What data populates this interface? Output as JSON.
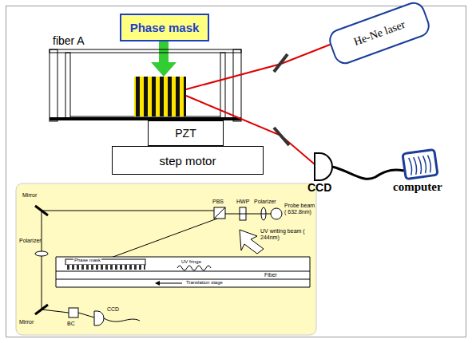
{
  "diagram": {
    "nodes": [
      {
        "text": [
          "Phase mask"
        ]
      },
      {
        "text": [
          "PZT"
        ]
      },
      {
        "text": [
          "step motor"
        ]
      },
      {
        "text": [
          "He-Ne laser"
        ]
      }
    ],
    "labels": [
      "fiber A",
      "CCD",
      "computer",
      "Mirror",
      "PBS",
      "HWP",
      "Polarizer",
      "Probe beam ( 632.8nm)",
      "UV writing beam ( 244nm)",
      "Phase mask",
      "UV fringe",
      "Fiber",
      "Translation stage",
      "Polarizer",
      "Mirror",
      "BC",
      "CCD"
    ]
  }
}
